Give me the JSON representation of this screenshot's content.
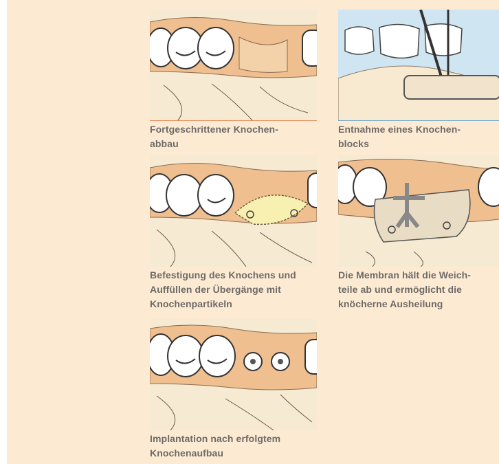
{
  "figures": [
    {
      "id": "bone-loss",
      "caption_lines": [
        "Fortgeschrittener Knochen-",
        "abbau"
      ]
    },
    {
      "id": "bone-block",
      "caption_lines": [
        "Entnahme eines Knochen-",
        "blocks"
      ]
    },
    {
      "id": "fixation",
      "caption_lines": [
        "Befestigung des Knochens und",
        "Auffüllen der Übergänge mit",
        "Knochenpartikeln"
      ]
    },
    {
      "id": "membrane",
      "caption_lines": [
        "Die Membran hält die Weich-",
        "teile ab und ermöglicht die",
        "knöcherne Ausheilung"
      ]
    },
    {
      "id": "implant",
      "caption_lines": [
        "Implantation nach erfolgtem",
        "Knochenaufbau"
      ]
    }
  ],
  "colors": {
    "panel_bg": "#fcebd2",
    "caption_text": "#6e6a68",
    "gum": "#f0bf90",
    "bone": "#f7ead0",
    "tooth": "#ffffff",
    "block_sky": "#cfe6f2"
  }
}
